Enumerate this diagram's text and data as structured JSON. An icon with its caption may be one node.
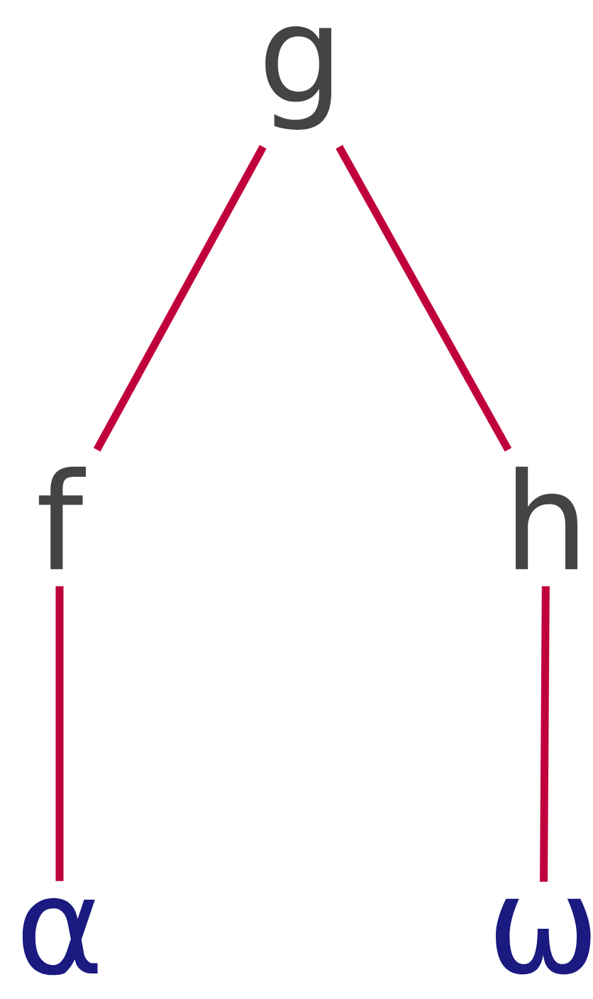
{
  "diagram": {
    "nodes": [
      {
        "text": [
          "g"
        ]
      },
      {
        "text": [
          "f"
        ]
      },
      {
        "text": [
          "h"
        ]
      },
      {
        "text": [
          "α"
        ]
      },
      {
        "text": [
          "ω"
        ]
      }
    ],
    "edges": [
      {
        "from": 0,
        "to": 1,
        "arrow": "none"
      },
      {
        "from": 0,
        "to": 2,
        "arrow": "none"
      },
      {
        "from": 1,
        "to": 3,
        "arrow": "none"
      },
      {
        "from": 2,
        "to": 4,
        "arrow": "none"
      }
    ]
  }
}
